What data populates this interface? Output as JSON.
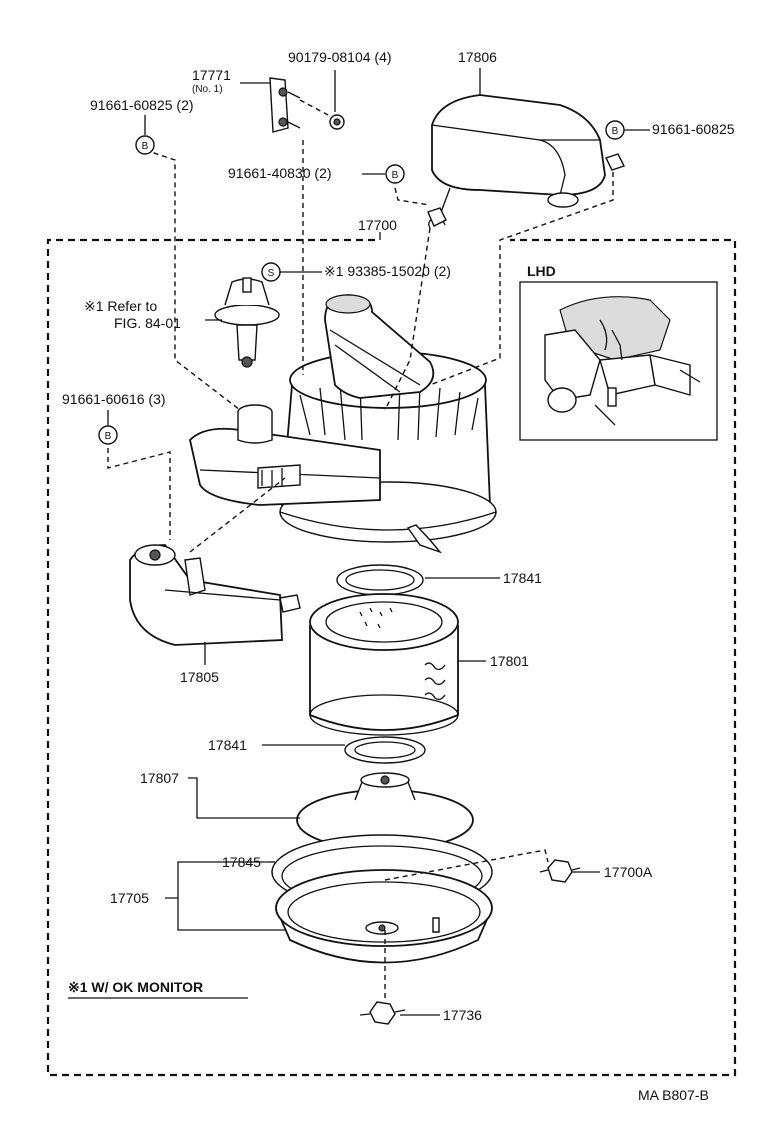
{
  "labels": {
    "p17771": "17771",
    "p17771_no": "(No. 1)",
    "p90179": "90179-08104 (4)",
    "p17806": "17806",
    "p91661_60825_2": "91661-60825 (2)",
    "p91661_60825": "91661-60825",
    "p91661_40830": "91661-40830 (2)",
    "p17700": "17700",
    "p93385": "※1 93385-15020 (2)",
    "lhd": "LHD",
    "refer1": "※1 Refer to",
    "refer2": "FIG. 84-01",
    "p91661_60616": "91661-60616 (3)",
    "p17841_top": "17841",
    "p17801": "17801",
    "p17805": "17805",
    "p17841_bot": "17841",
    "p17807": "17807",
    "p17845": "17845",
    "p17705": "17705",
    "p17700A": "17700A",
    "footnote": "※1 W/ OK MONITOR",
    "p17736": "17736",
    "code": "MA B807-B"
  },
  "markers": {
    "b": "B",
    "s": "S"
  }
}
